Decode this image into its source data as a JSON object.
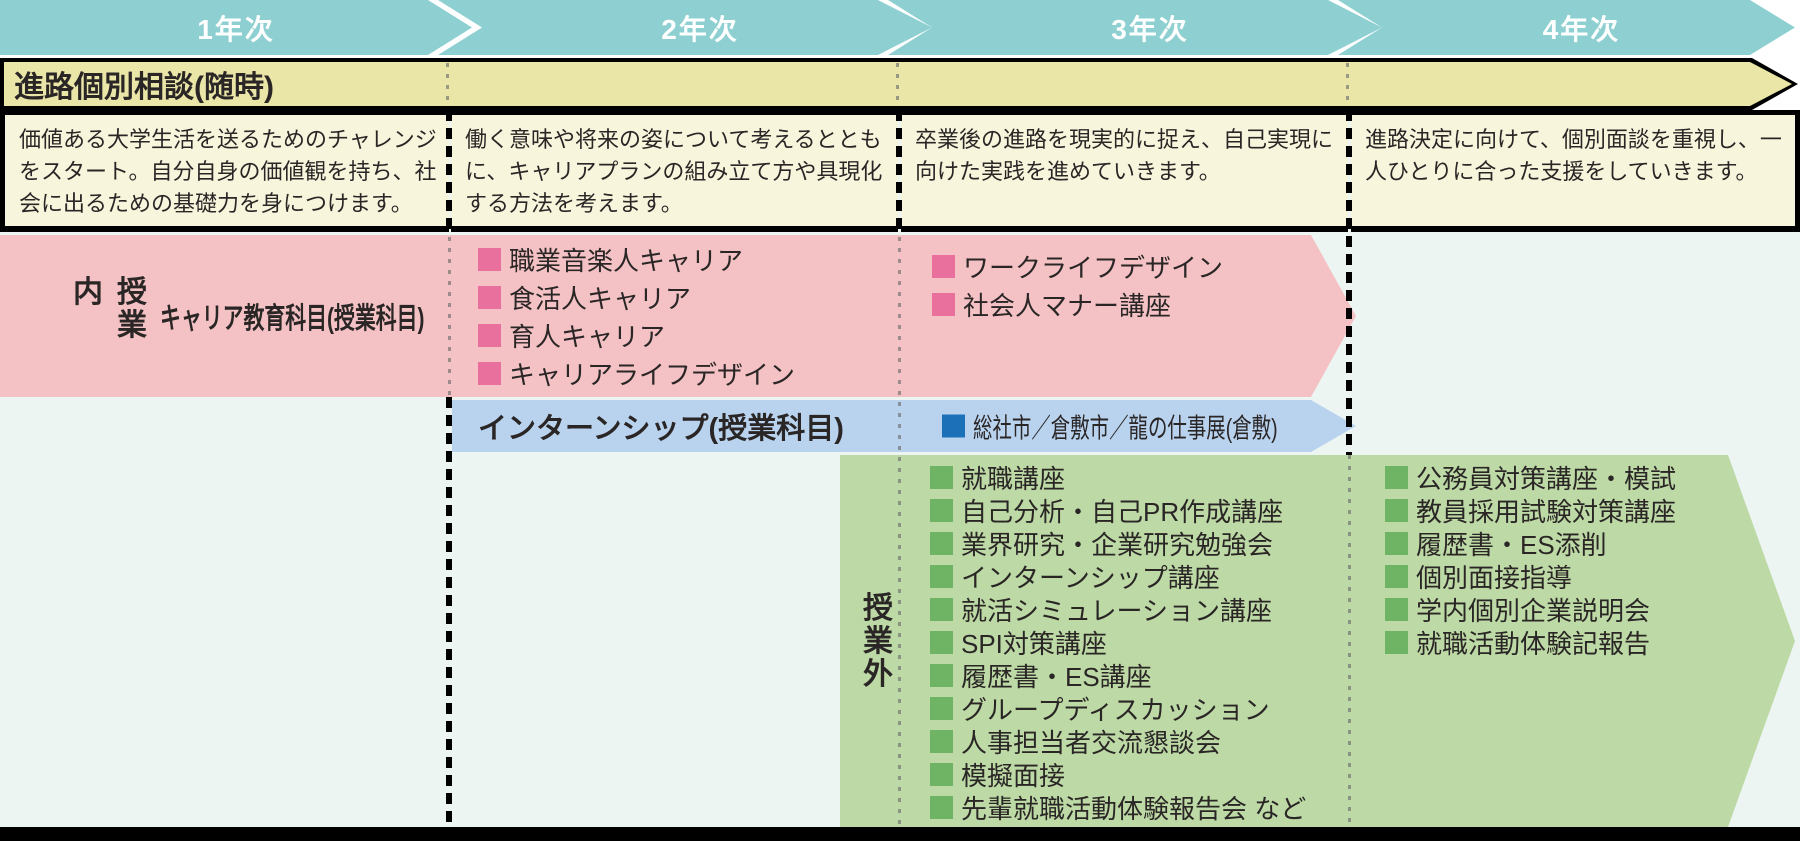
{
  "colors": {
    "teal": "#8ed0d1",
    "yellow": "#eae6a8",
    "cream": "#f8f5dd",
    "pink": "#f4c2c4",
    "pink-bullet": "#e9709d",
    "blue": "#b9d3ef",
    "blue-bullet": "#1b70b8",
    "green": "#bdd9a5",
    "green-bullet": "#6fb365",
    "mint": "#ecf5f1",
    "ink": "#2a2626"
  },
  "years": [
    {
      "label": "1年次",
      "description": "価値ある大学生活を送るためのチャレンジをスタート。自分自身の価値観を持ち、社会に出るための基礎力を身につけます。"
    },
    {
      "label": "2年次",
      "description": "働く意味や将来の姿について考えるとともに、キャリアプランの組み立て方や具現化する方法を考えます。"
    },
    {
      "label": "3年次",
      "description": "卒業後の進路を現実的に捉え、自己実現に向けた実践を進めていきます。"
    },
    {
      "label": "4年次",
      "description": "進路決定に向けて、個別面談を重視し、一人ひとりに合った支援をしていきます。"
    }
  ],
  "consultation": {
    "label": "進路個別相談(随時)"
  },
  "in_class": {
    "side_label": "授業内",
    "career": {
      "title": "キャリア教育科目(授業科目)",
      "year2_items": [
        "職業音楽人キャリア",
        "食活人キャリア",
        "育人キャリア",
        "キャリアライフデザイン"
      ],
      "year3_items": [
        "ワークライフデザイン",
        "社会人マナー講座"
      ]
    },
    "internship": {
      "title": "インターンシップ(授業科目)",
      "item": "総社市／倉敷市／龍の仕事展(倉敷)"
    }
  },
  "out_of_class": {
    "side_label": "授業外",
    "year3_items": [
      "就職講座",
      "自己分析・自己PR作成講座",
      "業界研究・企業研究勉強会",
      "インターンシップ講座",
      "就活シミュレーション講座",
      "SPI対策講座",
      "履歴書・ES講座",
      "グループディスカッション",
      "人事担当者交流懇談会",
      "模擬面接",
      "先輩就職活動体験報告会 など"
    ],
    "year4_items": [
      "公務員対策講座・模試",
      "教員採用試験対策講座",
      "履歴書・ES添削",
      "個別面接指導",
      "学内個別企業説明会",
      "就職活動体験記報告"
    ]
  }
}
